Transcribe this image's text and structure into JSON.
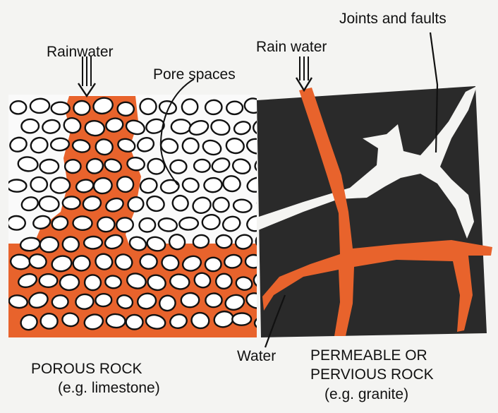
{
  "labels": {
    "rainwater_left": "Rainwater",
    "pore_spaces": "Pore spaces",
    "rain_water_right": "Rain water",
    "joints_faults": "Joints and faults",
    "water": "Water"
  },
  "captions": {
    "porous_title": "POROUS ROCK",
    "porous_example": "(e.g. limestone)",
    "permeable_line1": "PERMEABLE OR",
    "permeable_line2": "PERVIOUS ROCK",
    "permeable_example": "(e.g. granite)"
  },
  "colors": {
    "water": "#e8632c",
    "dark_rock": "#2a2a2a",
    "background": "#f4f4f2",
    "outline": "#111111"
  }
}
